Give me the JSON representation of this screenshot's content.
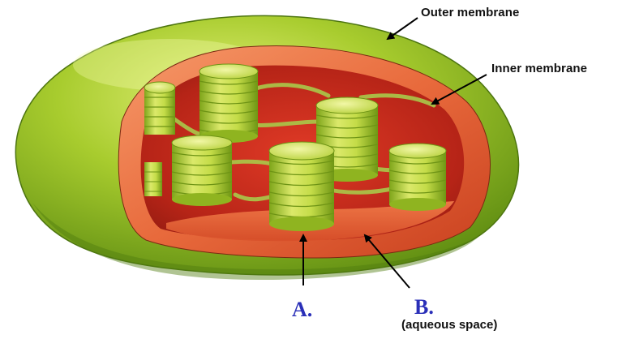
{
  "labels": {
    "outer_membrane": "Outer membrane",
    "inner_membrane": "Inner membrane",
    "a": "A.",
    "b": "B.",
    "b_note": "(aqueous space)"
  },
  "colors": {
    "outer_green": "#9cc42a",
    "outer_green_dark": "#5e8a12",
    "inner_orange": "#e8623a",
    "stroma_red": "#c8281c",
    "granum_yellow": "#d8e860",
    "granum_green": "#8fb81f",
    "label_blue": "#2a2fb8"
  },
  "icons": {
    "pointer": "arrow-icon"
  }
}
